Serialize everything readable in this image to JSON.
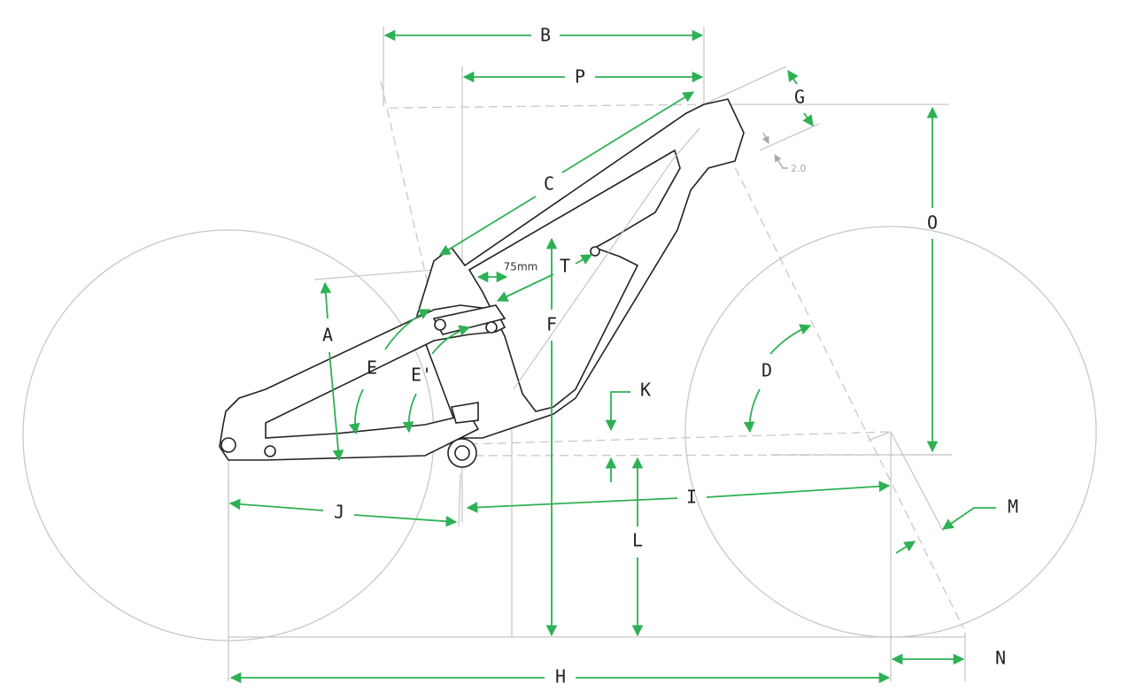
{
  "diagram": {
    "labels": {
      "A": "A",
      "B": "B",
      "C": "C",
      "D": "D",
      "E": "E",
      "E_prime": "E'",
      "F": "F",
      "G": "G",
      "H": "H",
      "I": "I",
      "J": "J",
      "K": "K",
      "L": "L",
      "M": "M",
      "N": "N",
      "O": "O",
      "P": "P",
      "T": "T"
    },
    "annotations": {
      "shock_clearance": "75mm",
      "headset_offset": "2.0"
    },
    "colors": {
      "dimension": "#2eb154",
      "reference": "#c8c8c8",
      "frame": "#222222"
    }
  }
}
